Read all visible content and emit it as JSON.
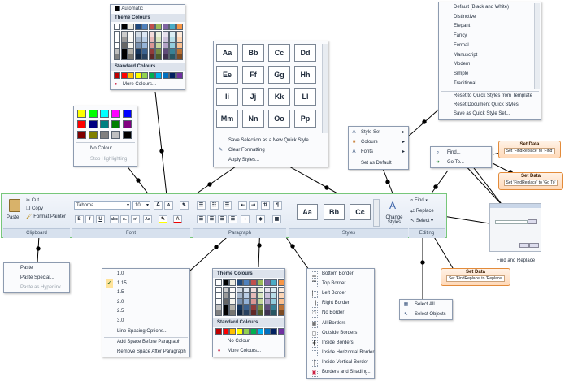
{
  "font_colour_menu": {
    "automatic": "Automatic",
    "theme_header": "Theme Colours",
    "standard_header": "Standard Colours",
    "more": "More Colours...",
    "theme_row": [
      "#ffffff",
      "#000000",
      "#eeece1",
      "#1f497d",
      "#4f81bd",
      "#c0504d",
      "#9bbb59",
      "#8064a2",
      "#4bacc6",
      "#f79646"
    ],
    "standard_row": [
      "#c00000",
      "#ff0000",
      "#ffc000",
      "#ffff00",
      "#92d050",
      "#00b050",
      "#00b0f0",
      "#0070c0",
      "#002060",
      "#7030a0"
    ]
  },
  "highlight_menu": {
    "no_colour": "No Colour",
    "stop": "Stop Highlighting",
    "colors": [
      "#ffff00",
      "#00ff00",
      "#00ffff",
      "#ff00ff",
      "#0000ff",
      "#ff0000",
      "#000080",
      "#008080",
      "#008000",
      "#800080",
      "#800000",
      "#808000",
      "#808080",
      "#c0c0c0",
      "#000000"
    ]
  },
  "quick_styles_menu": {
    "tiles": [
      "Aa",
      "Bb",
      "Cc",
      "Dd",
      "Ee",
      "Ff",
      "Gg",
      "Hh",
      "Ii",
      "Jj",
      "Kk",
      "Ll",
      "Mm",
      "Nn",
      "Oo",
      "Pp"
    ],
    "save": "Save Selection as a New Quick Style...",
    "clear": "Clear Formatting",
    "apply": "Apply Styles..."
  },
  "change_styles_menu": {
    "items": [
      "Style Set",
      "Colours",
      "Fonts"
    ],
    "set_default": "Set as Default"
  },
  "style_set_menu": {
    "items": [
      "Default (Black and White)",
      "Distinctive",
      "Elegant",
      "Fancy",
      "Formal",
      "Manuscript",
      "Modern",
      "Simple",
      "Traditional"
    ],
    "reset_template": "Reset to Quick Styles from Template",
    "reset_document": "Reset Document Quick Styles",
    "save_set": "Save as Quick Style Set..."
  },
  "find_menu": {
    "find": "Find...",
    "goto": "Go To..."
  },
  "select_menu": {
    "select_all": "Select All",
    "select_objects": "Select Objects"
  },
  "callouts": [
    {
      "title": "Set Data",
      "value": "Set 'FindReplace' to 'Find'"
    },
    {
      "title": "Set Data",
      "value": "Set 'FindReplace' to 'Go To'"
    },
    {
      "title": "Set Data",
      "value": "Set 'FindReplace' to 'Replace'"
    }
  ],
  "find_replace_caption": "Find and Replace",
  "paste_menu": {
    "items": [
      "Paste",
      "Paste Special...",
      "Paste as Hyperlink"
    ]
  },
  "line_spacing_menu": {
    "values": [
      "1.0",
      "1.15",
      "1.5",
      "2.0",
      "2.5",
      "3.0"
    ],
    "checked": "1.15",
    "options": "Line Spacing Options...",
    "add_before": "Add Space Before Paragraph",
    "remove_after": "Remove Space After Paragraph"
  },
  "shading_menu": {
    "theme_header": "Theme Colours",
    "standard_header": "Standard Colours",
    "no_colour": "No Colour",
    "more": "More Colours...",
    "theme_row": [
      "#ffffff",
      "#000000",
      "#eeece1",
      "#1f497d",
      "#4f81bd",
      "#c0504d",
      "#9bbb59",
      "#8064a2",
      "#4bacc6",
      "#f79646"
    ],
    "standard_row": [
      "#c00000",
      "#ff0000",
      "#ffc000",
      "#ffff00",
      "#92d050",
      "#00b050",
      "#00b0f0",
      "#0070c0",
      "#002060",
      "#7030a0"
    ]
  },
  "borders_menu": {
    "items": [
      "Bottom Border",
      "Top Border",
      "Left Border",
      "Right Border",
      "No Border",
      "All Borders",
      "Outside Borders",
      "Inside Borders",
      "Inside Horizontal Border",
      "Inside Vertical Border",
      "Borders and Shading..."
    ]
  },
  "ribbon": {
    "clipboard": {
      "paste": "Paste",
      "cut": "Cut",
      "copy": "Copy",
      "format_painter": "Format Painter",
      "label": "Clipboard"
    },
    "font": {
      "name": "Tahoma",
      "size": "10",
      "label": "Font"
    },
    "paragraph": {
      "label": "Paragraph"
    },
    "styles": {
      "tiles": [
        "Aa",
        "Bb",
        "Cc"
      ],
      "label": "Styles",
      "change": "Change Styles"
    },
    "editing": {
      "find": "Find",
      "replace": "Replace",
      "select": "Select",
      "label": "Editing"
    }
  }
}
